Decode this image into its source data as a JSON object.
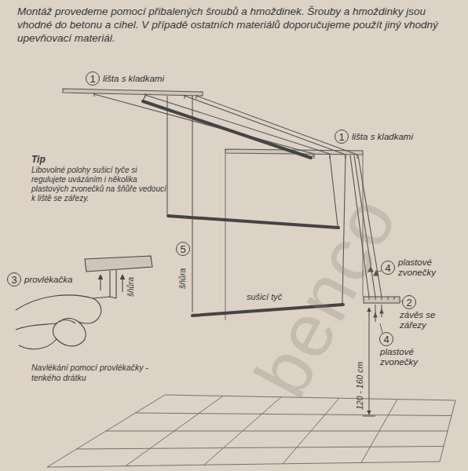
{
  "diagram": {
    "nodes": [
      {
        "text": [
          "1",
          "lišta s kladkami"
        ]
      },
      {
        "text": [
          "1",
          "lišta s kladkami"
        ]
      },
      {
        "text": [
          "5"
        ]
      },
      {
        "text": [
          "4",
          "plastové zvonečky"
        ]
      },
      {
        "text": [
          "3",
          "provlékačka"
        ]
      },
      {
        "text": [
          "2",
          "závěs se zářezy"
        ]
      },
      {
        "text": [
          "4",
          "plastové zvonečky"
        ]
      }
    ],
    "labels": [
      "Montáž provedeme pomocí přibalených šroubů a hmoždinek. Šrouby a hmoždinky jsou vhodné do betonu a cihel. V případě ostatních materiálů doporučujeme použít jiný vhodný upevňovací materiál.",
      "Tip",
      "Libovolné polohy sušicí tyče si regulujete uvázáním i několika plastových zvonečků na šňůře vedoucí k liště se zářezy.",
      "šňůra",
      "sušicí tyč",
      "šňůra",
      "Navlékání pomocí provlékačky -tenkého drátku",
      "120 - 160 cm",
      "benco"
    ]
  }
}
